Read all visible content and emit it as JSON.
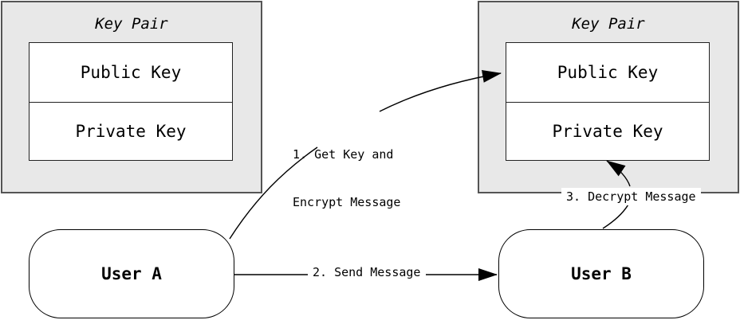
{
  "diagram": {
    "key_pair_left": {
      "title": "Key Pair",
      "public_key": "Public Key",
      "private_key": "Private Key"
    },
    "key_pair_right": {
      "title": "Key Pair",
      "public_key": "Public Key",
      "private_key": "Private Key"
    },
    "user_a": "User A",
    "user_b": "User B",
    "steps": {
      "step1_line1": "1. Get Key and",
      "step1_line2": "Encrypt Message",
      "step2": "2. Send Message",
      "step3": "3. Decrypt Message"
    },
    "colors": {
      "keypair_fill": "#e8e8e8",
      "stroke": "#000000"
    }
  }
}
